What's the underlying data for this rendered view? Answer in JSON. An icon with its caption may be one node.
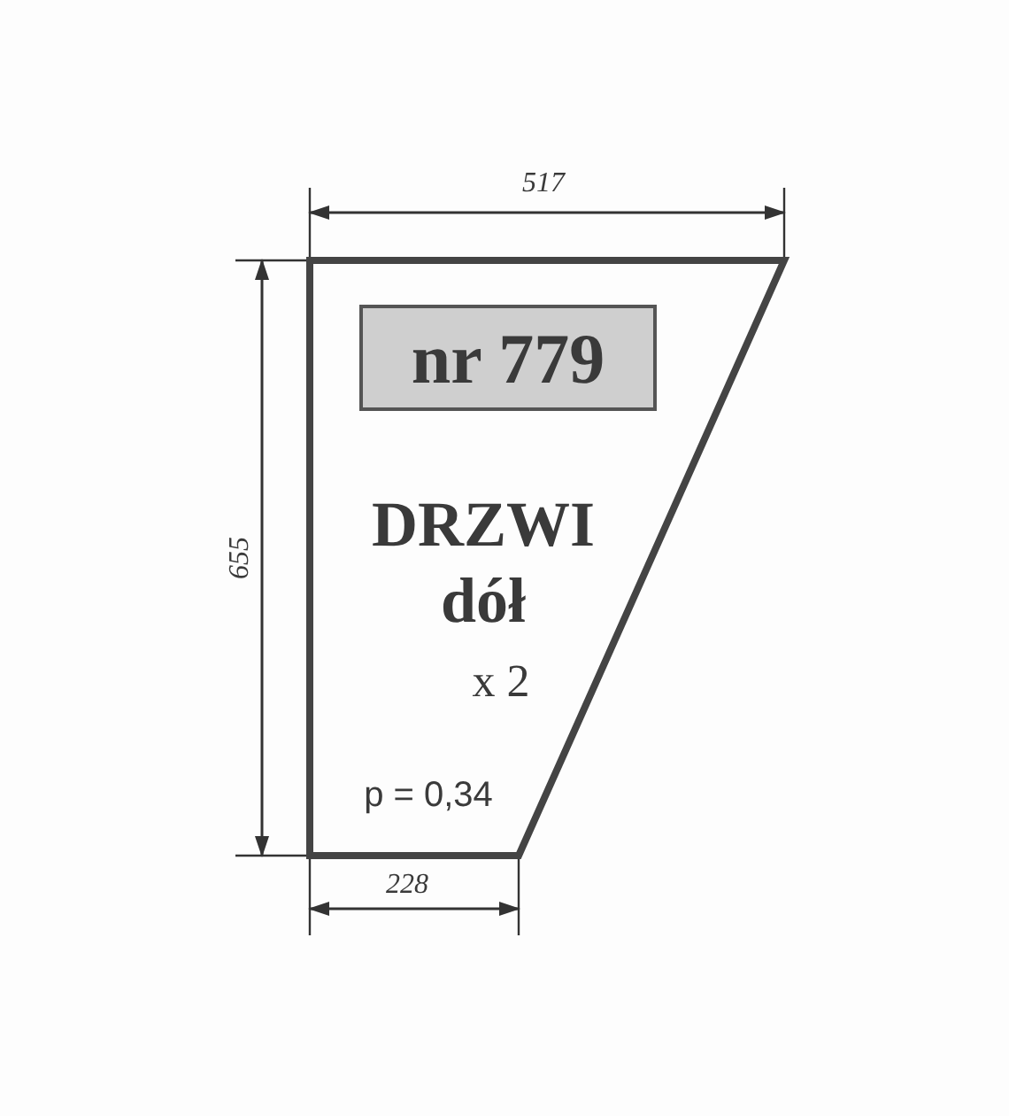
{
  "diagram": {
    "nodes": [
      {
        "text": [
          "DRZWI dół",
          "x 2",
          "p = 0,34"
        ]
      },
      {
        "text": [
          "nr 779"
        ],
        "in": 0
      }
    ],
    "labels": [
      "517",
      "655",
      "228"
    ]
  }
}
